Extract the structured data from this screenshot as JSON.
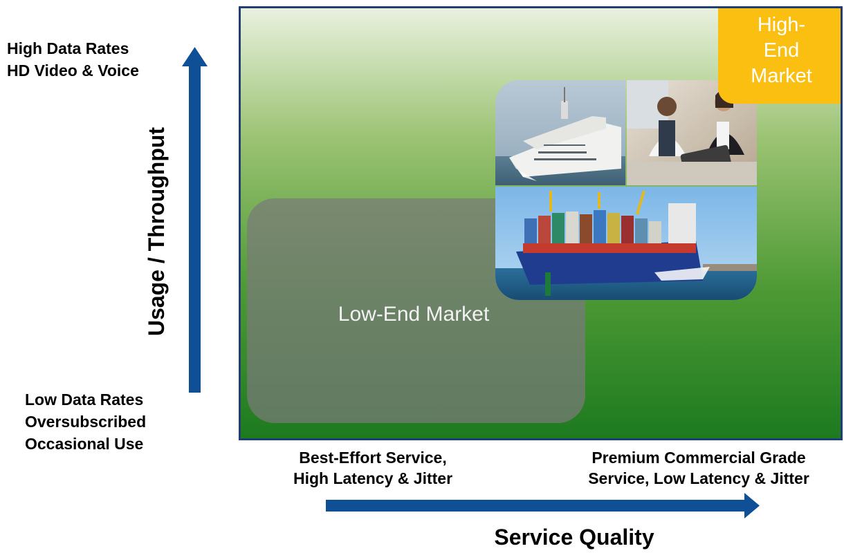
{
  "y_axis": {
    "title": "Usage / Throughput",
    "top_label": [
      "High Data Rates",
      "HD Video & Voice"
    ],
    "bottom_label": [
      "Low Data Rates",
      "Oversubscribed",
      "Occasional Use"
    ]
  },
  "x_axis": {
    "title": "Service Quality",
    "left_label": [
      "Best-Effort Service,",
      "High Latency & Jitter"
    ],
    "right_label": [
      "Premium Commercial Grade",
      "Service, Low Latency & Jitter"
    ]
  },
  "regions": {
    "low_end": "Low-End Market",
    "high_end": [
      "High-",
      "End",
      "Market"
    ]
  },
  "colors": {
    "arrow": "#0f4f96",
    "low_end_fill": "#7a7a7a",
    "high_end_fill": "#fbbf12",
    "panel_border": "#1f3e73"
  },
  "images": [
    "cruise-ship-photo",
    "business-travelers-photo",
    "container-ship-photo"
  ]
}
